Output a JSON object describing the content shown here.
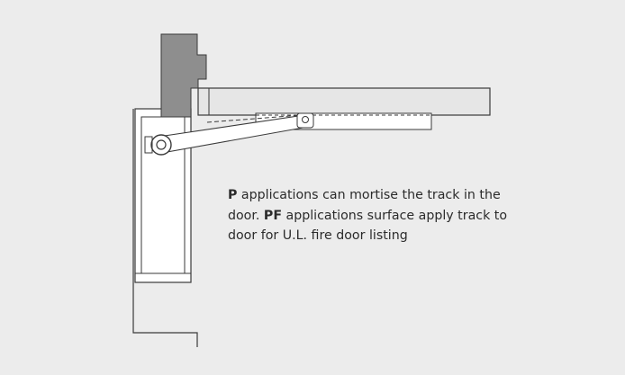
{
  "caption": {
    "p_code": "P",
    "line_a": " applications can mortise the track in the door. ",
    "pf_code": "PF",
    "line_b": " applications surface apply track to door for U.L. fire door listing"
  },
  "colors": {
    "panel_bg": "#ececec",
    "frame_gray": "#8e8e8e",
    "outline": "#3a3a3a",
    "surface": "#ffffff",
    "door_fill": "#e6e6e6"
  }
}
